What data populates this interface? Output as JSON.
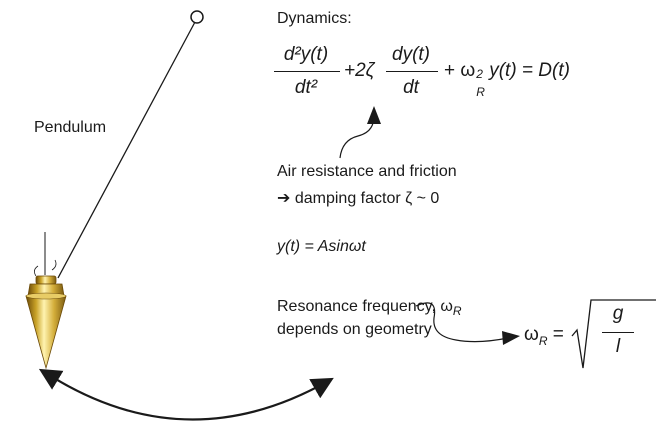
{
  "labels": {
    "dynamics": "Dynamics:",
    "pendulum": "Pendulum",
    "air_resistance": "Air resistance and friction",
    "damping": "➔ damping factor ζ ~ 0",
    "solution": "y(t) = Asinωt",
    "resonance_line1": "Resonance frequency, ω",
    "resonance_sub": "R",
    "resonance_line2": "depends on geometry"
  },
  "equation": {
    "frac1_num": "d²y(t)",
    "frac1_den": "dt²",
    "plus_term": "+2ζ",
    "frac2_num": "dy(t)",
    "frac2_den": "dt",
    "omega_term": "+ ω",
    "omega_sup": "2",
    "omega_sub": "R",
    "rhs": "y(t) = D(t)"
  },
  "resonance_formula": {
    "lhs": "ω",
    "lhs_sub": "R",
    "equals": "=",
    "num": "g",
    "den": "l"
  },
  "colors": {
    "ink": "#1a1a1a",
    "bob_gold": "#c9a227",
    "bob_highlight": "#fff3b0",
    "bob_shadow": "#7a5a10"
  },
  "icons": [
    "pivot-icon",
    "pendulum-bob-icon",
    "swing-arrow-icon",
    "pointer-arrow-icon"
  ]
}
